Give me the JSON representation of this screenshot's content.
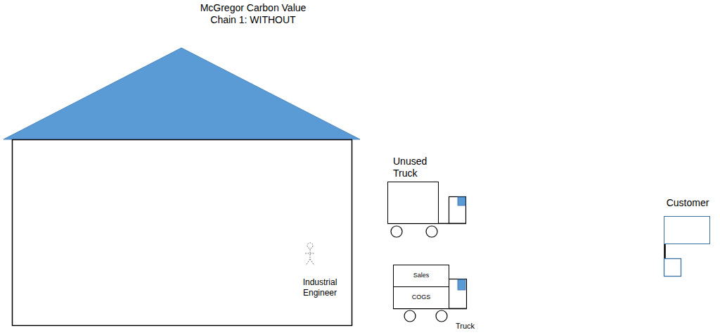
{
  "diagram": {
    "title": "McGregor Carbon Value Chain 1: WITHOUT",
    "nodes": [
      {
        "text": [
          "Unused Truck"
        ]
      },
      {
        "text": [
          "Sales"
        ]
      },
      {
        "text": [
          "COGS"
        ]
      },
      {
        "text": [
          "Customer"
        ]
      }
    ],
    "labels": [
      "Industrial Engineer",
      "Truck"
    ]
  }
}
